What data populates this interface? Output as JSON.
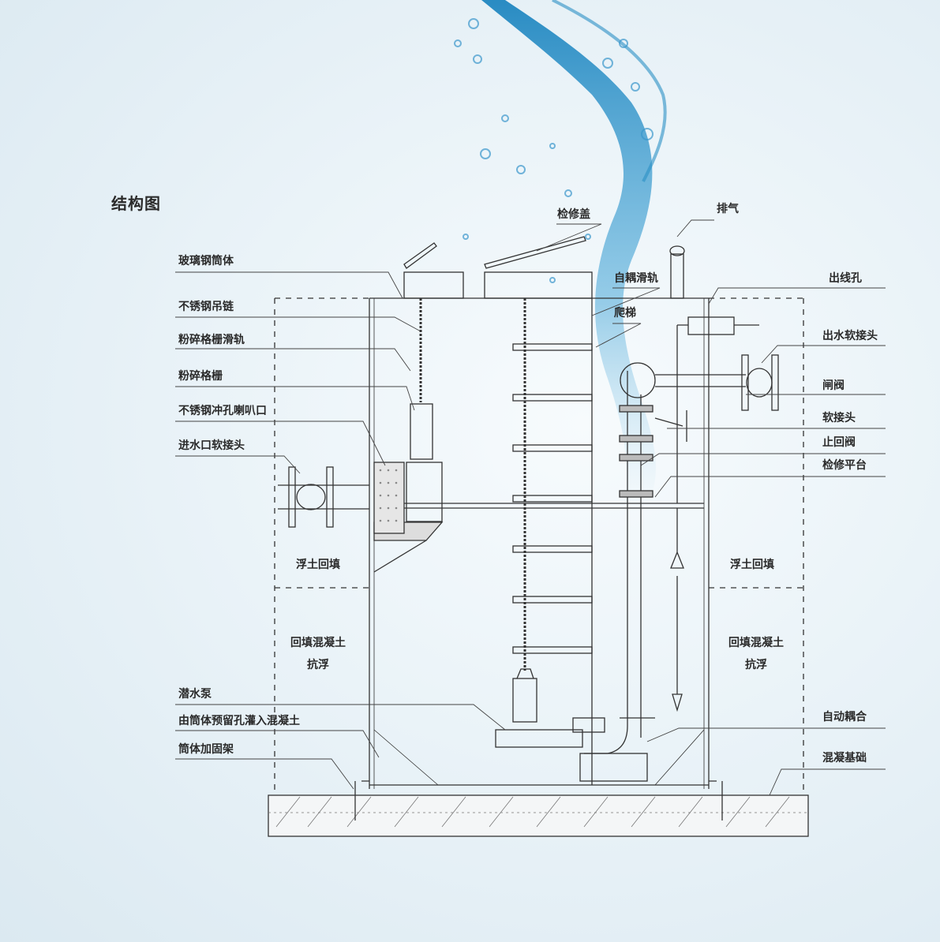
{
  "title": "结构图",
  "labels": {
    "frp_body": "玻璃钢筒体",
    "ss_chain": "不锈钢吊链",
    "grinder_rail": "粉碎格栅滑轨",
    "grinder": "粉碎格栅",
    "ss_horn": "不锈钢冲孔喇叭口",
    "inlet_joint": "进水口软接头",
    "pump": "潜水泵",
    "concrete_pour": "由筒体预留孔灌入混凝土",
    "frame": "筒体加固架",
    "cover": "检修盖",
    "vent": "排气",
    "guide_rail": "自耦滑轨",
    "ladder": "爬梯",
    "cable_hole": "出线孔",
    "outlet_joint": "出水软接头",
    "gate_valve": "闸阀",
    "soft_joint": "软接头",
    "check_valve": "止回阀",
    "platform": "检修平台",
    "auto_coupling": "自动耦合",
    "foundation": "混凝基础"
  },
  "zones": {
    "backfill_left": "浮土回填",
    "backfill_right": "浮土回填",
    "concrete_left_1": "回填混凝土",
    "concrete_left_2": "抗浮",
    "concrete_right_1": "回填混凝土",
    "concrete_right_2": "抗浮"
  },
  "colors": {
    "line": "#333333",
    "water": "#2a8fc4"
  }
}
